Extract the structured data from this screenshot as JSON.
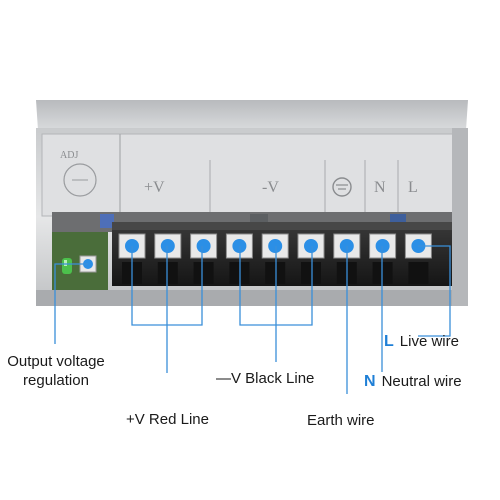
{
  "panel_marks": {
    "adj": "ADJ",
    "v_plus": "+V",
    "v_minus": "-V",
    "neutral": "N",
    "live": "L"
  },
  "callouts": {
    "output_voltage": {
      "line1": "Output voltage",
      "line2": "regulation"
    },
    "v_red": "+V Red Line",
    "v_black": "—V Black Line",
    "earth": "Earth wire",
    "neutral": {
      "letter": "N",
      "text": "Neutral wire"
    },
    "live": {
      "letter": "L",
      "text": "Live wire"
    }
  },
  "colors": {
    "accent": "#1f7fd6",
    "terminal_dot": "#2b8fe6",
    "leader_line": "#3a8fd9",
    "casing": "#d4d6d8",
    "terminal_block": "#222222",
    "led": "#4cc04c"
  }
}
